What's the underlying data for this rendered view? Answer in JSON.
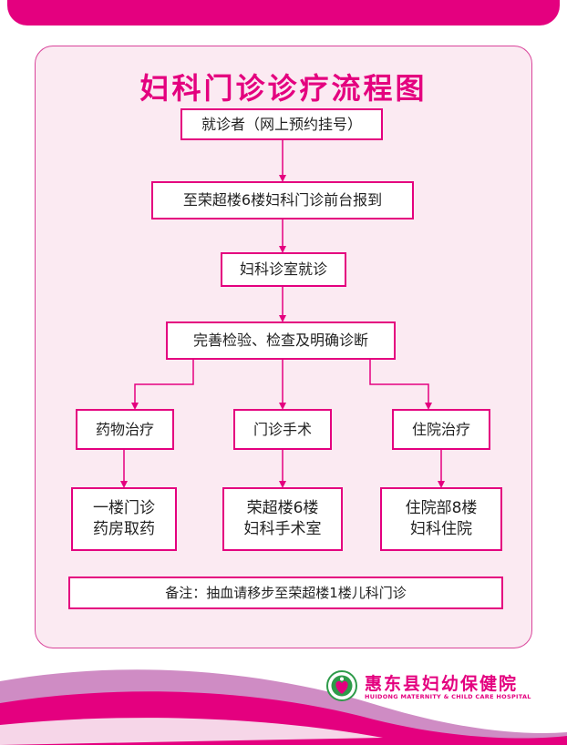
{
  "title": "妇科门诊诊疗流程图",
  "flow": {
    "step1": "就诊者（网上预约挂号）",
    "step2": "至荣超楼6楼妇科门诊前台报到",
    "step3": "妇科诊室就诊",
    "step4": "完善检验、检查及明确诊断",
    "branches": [
      {
        "label": "药物治疗",
        "detail": "一楼门诊\n药房取药"
      },
      {
        "label": "门诊手术",
        "detail": "荣超楼6楼\n妇科手术室"
      },
      {
        "label": "住院治疗",
        "detail": "住院部8楼\n妇科住院"
      }
    ],
    "note": "备注：抽血请移步至荣超楼1楼儿科门诊"
  },
  "hospital": {
    "name_cn": "惠东县妇幼保健院",
    "name_en": "HUIDONG MATERNITY & CHILD CARE HOSPITAL"
  },
  "colors": {
    "accent": "#e4007f",
    "panel_bg": "#fbeaf2",
    "wave_light": "#c98ac0"
  }
}
